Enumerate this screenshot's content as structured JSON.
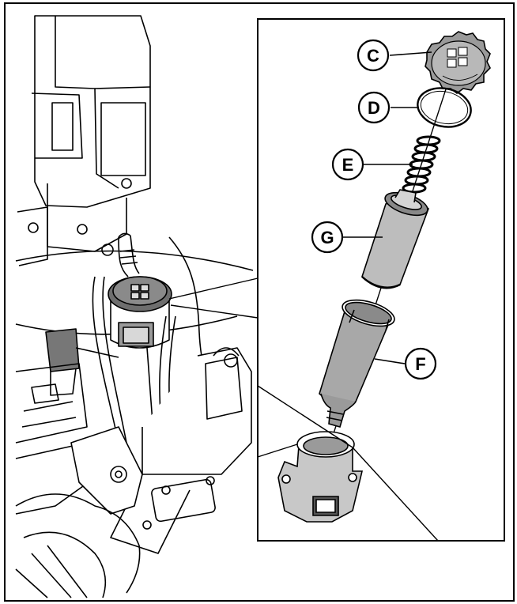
{
  "callouts": [
    {
      "id": "C",
      "label": "C"
    },
    {
      "id": "D",
      "label": "D"
    },
    {
      "id": "E",
      "label": "E"
    },
    {
      "id": "G",
      "label": "G"
    },
    {
      "id": "F",
      "label": "F"
    }
  ],
  "colors": {
    "line": "#000000",
    "part_fill": "#bdbdbd",
    "part_dark": "#6e6e6e",
    "background": "#ffffff",
    "shadow": "#9a9a9a"
  },
  "icons": {
    "filter_cap": "filter-cap-icon",
    "o_ring": "o-ring-icon",
    "spring": "spring-icon",
    "filter_element": "filter-element-icon",
    "filter_bowl": "filter-bowl-icon",
    "filter_housing": "filter-housing-icon"
  }
}
